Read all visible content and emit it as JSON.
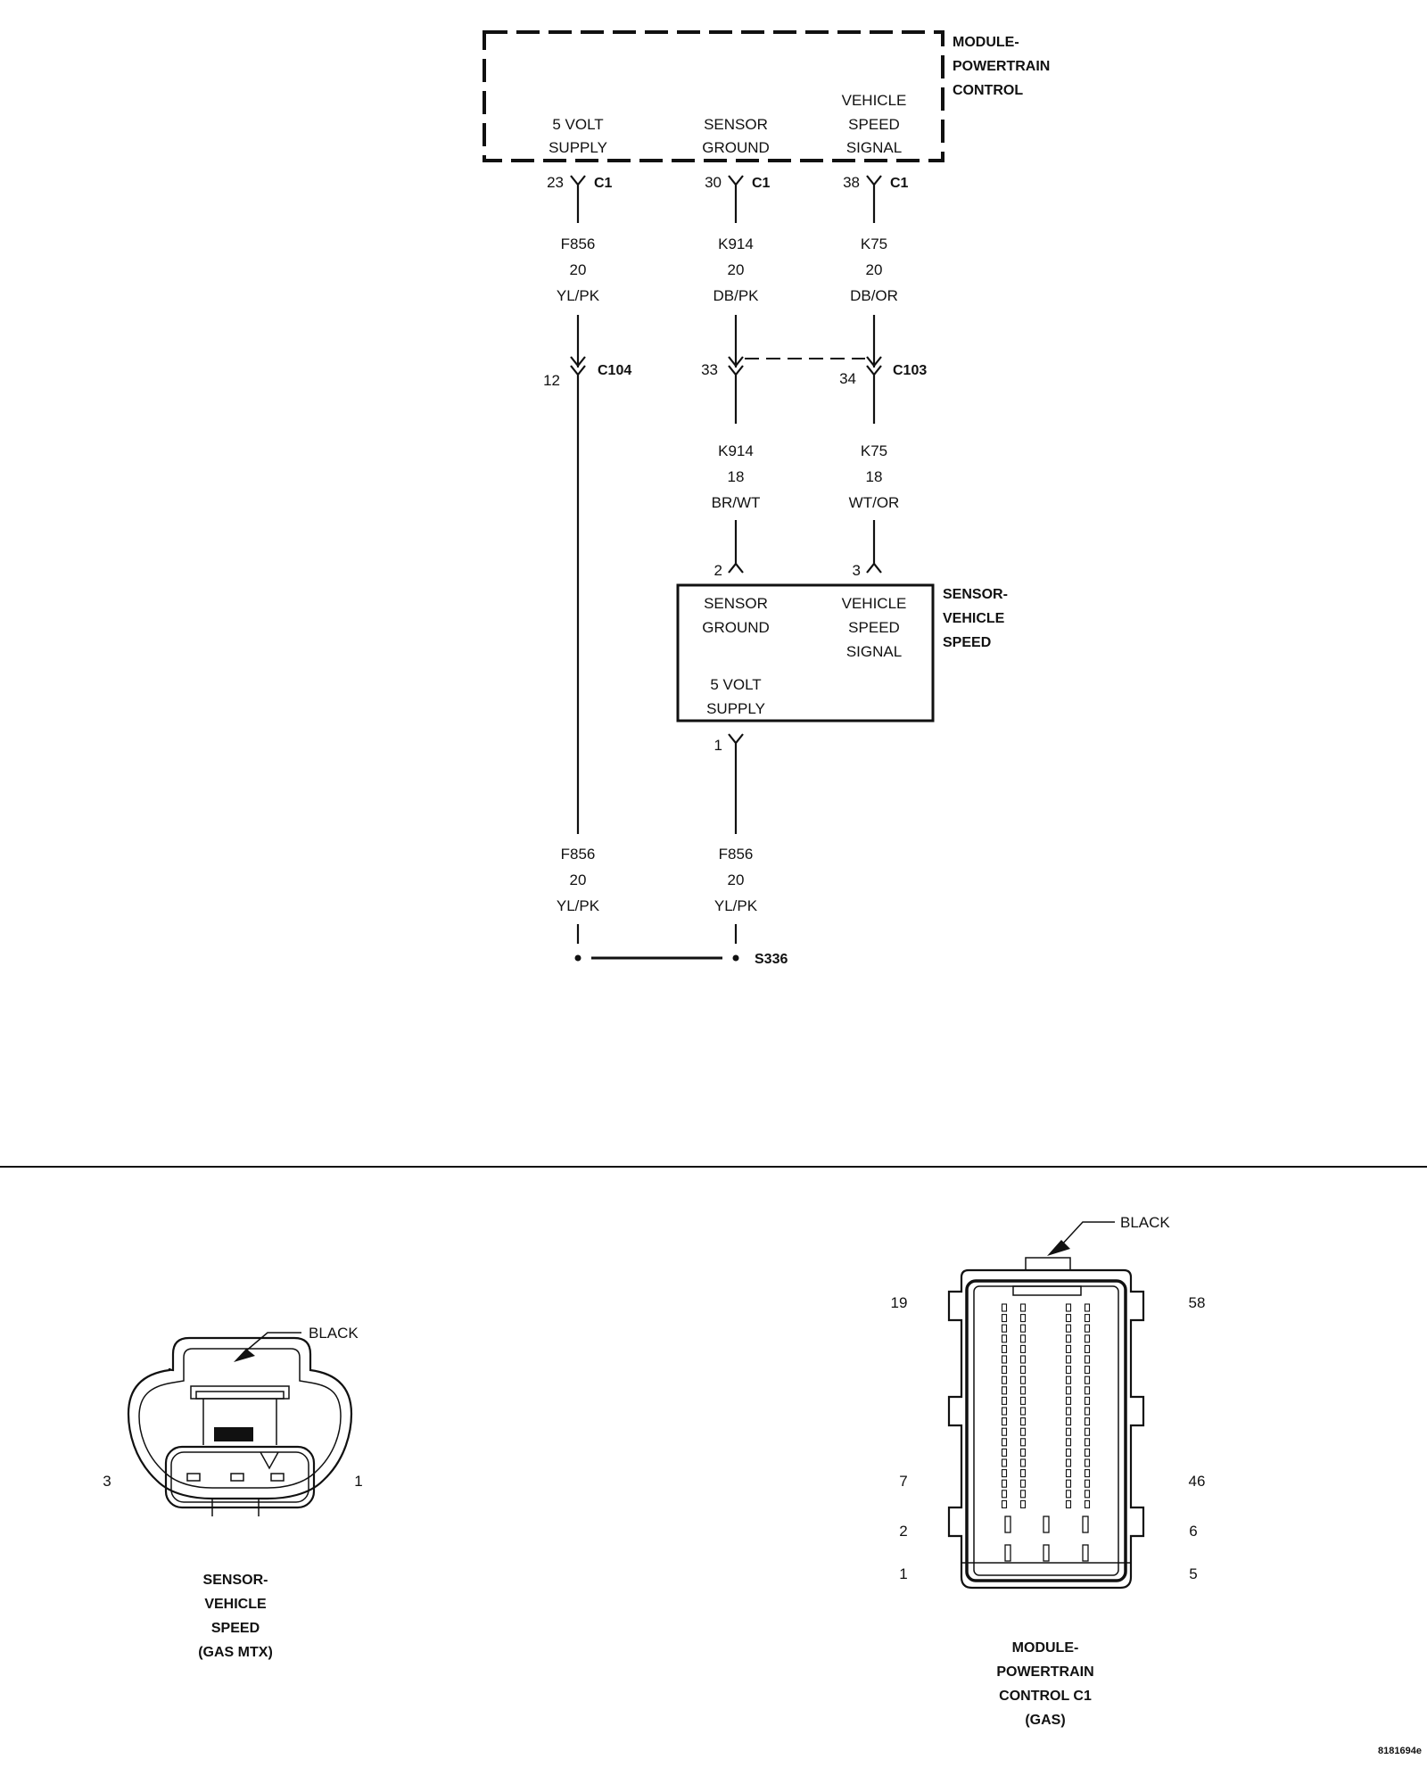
{
  "pcm": {
    "title": [
      "MODULE-",
      "POWERTRAIN",
      "CONTROL"
    ],
    "pins": [
      {
        "label": [
          "5 VOLT",
          "SUPPLY"
        ],
        "pin": "23",
        "conn": "C1"
      },
      {
        "label": [
          "SENSOR",
          "GROUND"
        ],
        "pin": "30",
        "conn": "C1"
      },
      {
        "label": [
          "VEHICLE",
          "SPEED",
          "SIGNAL"
        ],
        "pin": "38",
        "conn": "C1"
      }
    ]
  },
  "wires_top": [
    {
      "circuit": "F856",
      "gauge": "20",
      "color": "YL/PK"
    },
    {
      "circuit": "K914",
      "gauge": "20",
      "color": "DB/PK"
    },
    {
      "circuit": "K75",
      "gauge": "20",
      "color": "DB/OR"
    }
  ],
  "inline": {
    "c104": {
      "name": "C104",
      "pin": "12"
    },
    "c103": {
      "name": "C103",
      "pin_a": "33",
      "pin_b": "34"
    }
  },
  "wires_mid": [
    {
      "circuit": "K914",
      "gauge": "18",
      "color": "BR/WT"
    },
    {
      "circuit": "K75",
      "gauge": "18",
      "color": "WT/OR"
    }
  ],
  "sensor": {
    "title": [
      "SENSOR-",
      "VEHICLE",
      "SPEED"
    ],
    "ground": [
      "SENSOR",
      "GROUND"
    ],
    "signal": [
      "VEHICLE",
      "SPEED",
      "SIGNAL"
    ],
    "supply": [
      "5 VOLT",
      "SUPPLY"
    ],
    "pin_ground": "2",
    "pin_signal": "3",
    "pin_supply": "1"
  },
  "wires_bottom": [
    {
      "circuit": "F856",
      "gauge": "20",
      "color": "YL/PK"
    },
    {
      "circuit": "F856",
      "gauge": "20",
      "color": "YL/PK"
    }
  ],
  "splice": "S336",
  "connector_sensor": {
    "color_label": "BLACK",
    "pin_left": "3",
    "pin_right": "1",
    "caption": [
      "SENSOR-",
      "VEHICLE",
      "SPEED",
      "(GAS MTX)"
    ]
  },
  "connector_pcm": {
    "color_label": "BLACK",
    "pins_left": [
      "19",
      "7",
      "2",
      "1"
    ],
    "pins_right": [
      "58",
      "46",
      "6",
      "5"
    ],
    "caption": [
      "MODULE-",
      "POWERTRAIN",
      "CONTROL C1",
      "(GAS)"
    ]
  },
  "figure_id": "8181694e"
}
